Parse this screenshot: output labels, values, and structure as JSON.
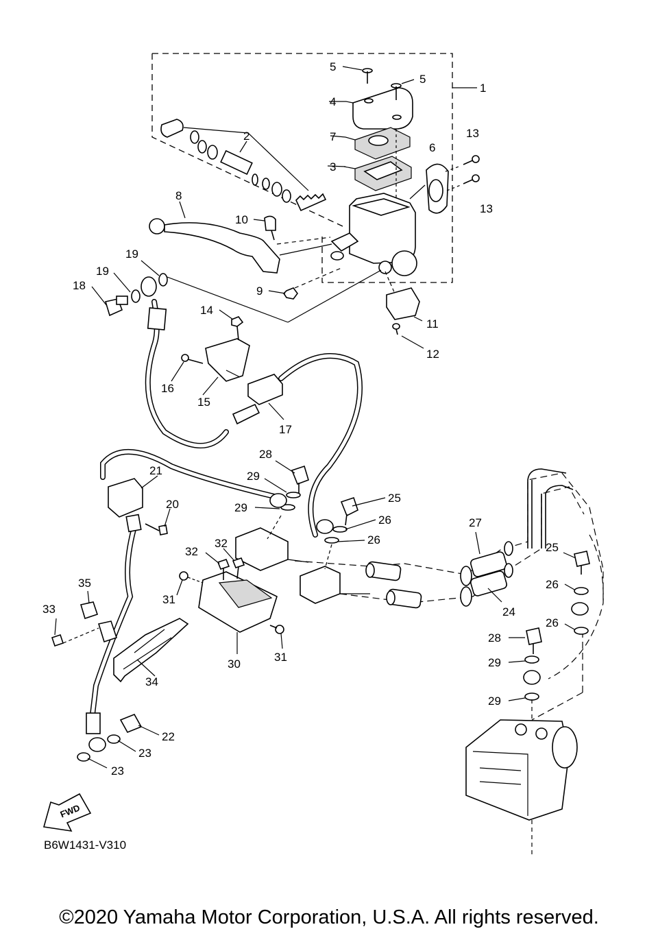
{
  "diagram_code": "B6W1431-V310",
  "copyright": "©2020 Yamaha Motor Corporation, U.S.A. All rights reserved.",
  "fwd_arrow_label": "FWD",
  "callouts": {
    "n1": "1",
    "n2": "2",
    "n3": "3",
    "n4": "4",
    "n5a": "5",
    "n5b": "5",
    "n6": "6",
    "n7": "7",
    "n8": "8",
    "n9": "9",
    "n10": "10",
    "n11": "11",
    "n12": "12",
    "n13a": "13",
    "n13b": "13",
    "n14": "14",
    "n15": "15",
    "n16": "16",
    "n17": "17",
    "n18": "18",
    "n19a": "19",
    "n19b": "19",
    "n20": "20",
    "n21": "21",
    "n22": "22",
    "n23a": "23",
    "n23b": "23",
    "n24": "24",
    "n25a": "25",
    "n25b": "25",
    "n26a": "26",
    "n26b": "26",
    "n26c": "26",
    "n26d": "26",
    "n27": "27",
    "n28a": "28",
    "n28b": "28",
    "n29a": "29",
    "n29b": "29",
    "n29c": "29",
    "n29d": "29",
    "n30": "30",
    "n31a": "31",
    "n31b": "31",
    "n32a": "32",
    "n32b": "32",
    "n33": "33",
    "n34": "34",
    "n35": "35"
  }
}
